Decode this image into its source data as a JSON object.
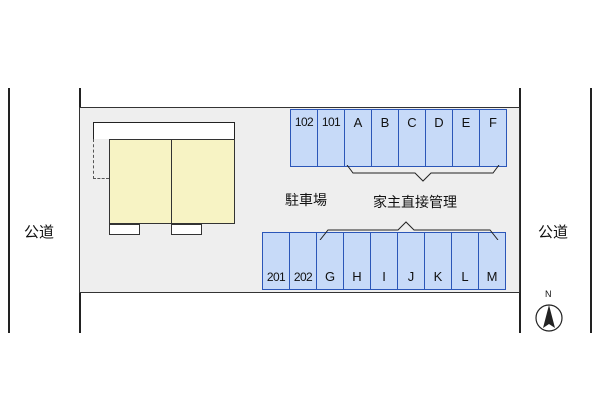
{
  "roads": {
    "left": "公道",
    "right": "公道"
  },
  "labels": {
    "parking": "駐車場",
    "managed": "家主直接管理"
  },
  "parking": {
    "top_row": [
      "102",
      "101",
      "A",
      "B",
      "C",
      "D",
      "E",
      "F"
    ],
    "bottom_row": [
      "201",
      "202",
      "G",
      "H",
      "I",
      "J",
      "K",
      "L",
      "M"
    ]
  },
  "compass": {
    "north": "N"
  },
  "colors": {
    "space_fill": "#c7daf8",
    "space_border": "#2b56b8",
    "building_fill": "#f7f3c4",
    "lot_fill": "#eeeeee"
  }
}
